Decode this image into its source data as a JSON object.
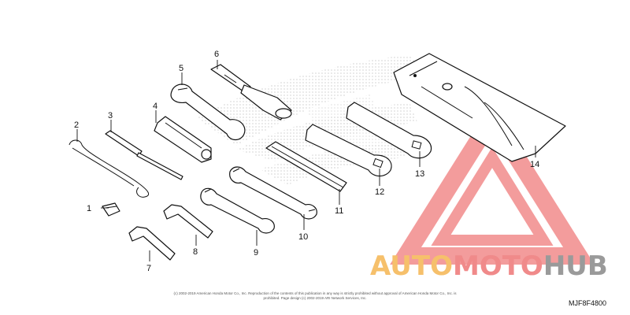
{
  "diagram": {
    "code": "MJF8F4800",
    "copyright": "(c) 2002-2019 American Honda Motor Co., Inc. Reproduction of the contents of this publication in any way is strictly prohibited without approval of American Honda Motor Co., Inc. is prohibited. Page design (c) 2002-2019 ARI Network Services, Inc.",
    "callouts": [
      "1",
      "2",
      "3",
      "4",
      "5",
      "6",
      "7",
      "8",
      "9",
      "10",
      "11",
      "12",
      "13",
      "14"
    ]
  },
  "watermark": {
    "part1": "AUTO",
    "part2": "MOTO",
    "part3": "HUB",
    "colors": {
      "yellow": "#f6c06b",
      "red": "#f08a8a",
      "gray": "#9a9a9a"
    }
  }
}
